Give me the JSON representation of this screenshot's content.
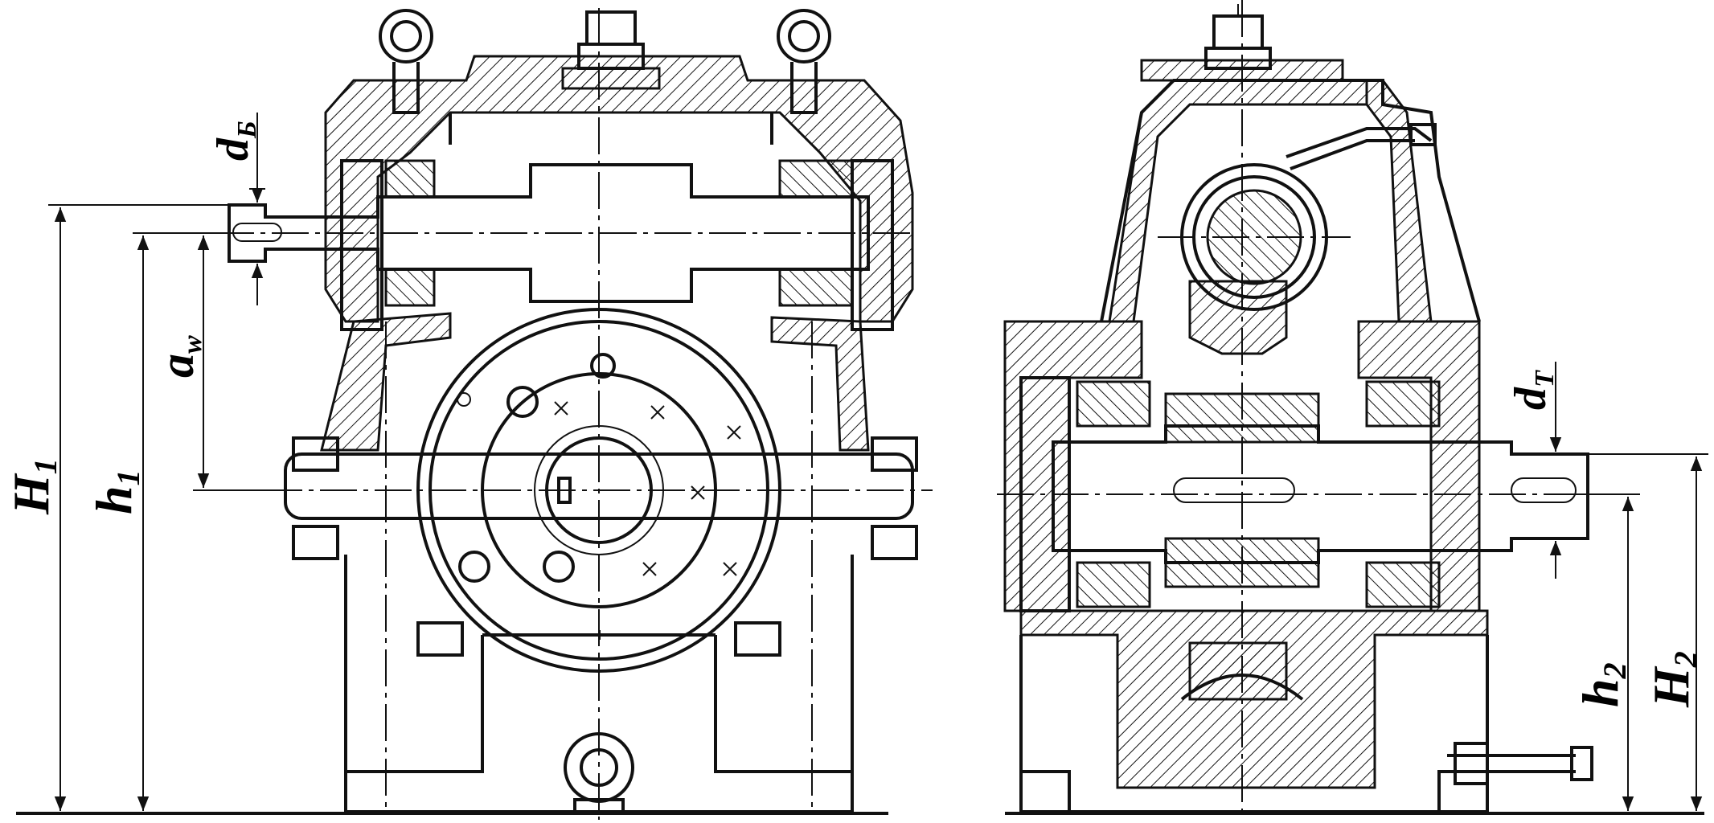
{
  "dimension_labels": {
    "H1": {
      "main": "H",
      "sub": "1"
    },
    "h1": {
      "main": "h",
      "sub": "1"
    },
    "aw": {
      "main": "a",
      "sub": "w"
    },
    "dB": {
      "main": "d",
      "sub": "Б"
    },
    "dT": {
      "main": "d",
      "sub": "T"
    },
    "h2": {
      "main": "h",
      "sub": "2"
    },
    "H2": {
      "main": "H",
      "sub": "2"
    }
  },
  "colors": {
    "line": "#111111",
    "background": "#ffffff"
  }
}
